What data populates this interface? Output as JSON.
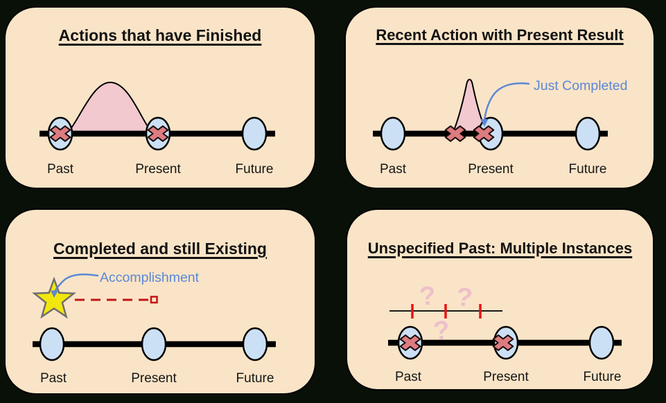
{
  "colors": {
    "background": "#081007",
    "panel_background": "#FAE4C7",
    "panel_border": "#000000",
    "timeline_black": "#000000",
    "marker_blue": "#CCE0F5",
    "x_mark_red": "#DC7C80",
    "curve_pink": "#F1C9CF",
    "annotation_blue": "#5C87D6",
    "star_yellow": "#F2E70C",
    "dashed_red": "#C41414",
    "tick_red": "#E61414",
    "question_pink": "#EDC0CA"
  },
  "panels": [
    {
      "title": "Actions that have Finished",
      "labels": {
        "past": "Past",
        "present": "Present",
        "future": "Future"
      }
    },
    {
      "title": "Recent Action with Present Result",
      "annotation": "Just Completed",
      "labels": {
        "past": "Past",
        "present": "Present",
        "future": "Future"
      }
    },
    {
      "title": "Completed and still Existing",
      "annotation": "Accomplishment",
      "labels": {
        "past": "Past",
        "present": "Present",
        "future": "Future"
      }
    },
    {
      "title": "Unspecified Past: Multiple Instances",
      "question_marks": [
        "?",
        "?",
        "?"
      ],
      "labels": {
        "past": "Past",
        "present": "Present",
        "future": "Future"
      }
    }
  ]
}
